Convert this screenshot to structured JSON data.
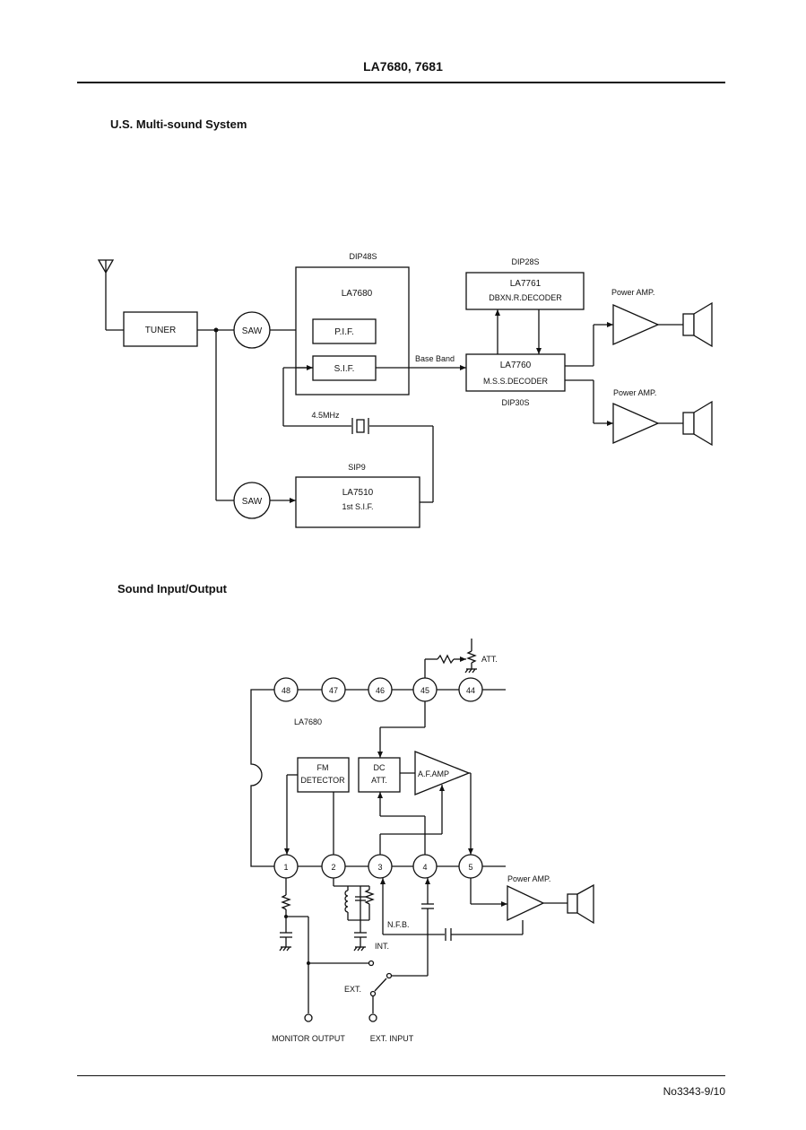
{
  "header": {
    "title": "LA7680, 7681"
  },
  "sections": {
    "multi_sound": "U.S. Multi-sound System",
    "sound_io": "Sound Input/Output"
  },
  "diagram1": {
    "dip48s": "DIP48S",
    "la7680": "LA7680",
    "tuner": "TUNER",
    "saw": "SAW",
    "pif": "P.I.F.",
    "sif": "S.I.F.",
    "dip28s": "DIP28S",
    "la7761": "LA7761",
    "dbxnr": "DBXN.R.DECODER",
    "power_amp": "Power AMP.",
    "base_band": "Base Band",
    "la7760": "LA7760",
    "mss": "M.S.S.DECODER",
    "dip30s": "DIP30S",
    "mhz": "4.5MHz",
    "sip9": "SIP9",
    "la7510": "LA7510",
    "first_sif": "1st S.I.F."
  },
  "diagram2": {
    "att": "ATT.",
    "la7680": "LA7680",
    "pins_top": [
      "48",
      "47",
      "46",
      "45",
      "44"
    ],
    "pins_bottom": [
      "1",
      "2",
      "3",
      "4",
      "5"
    ],
    "fm1": "FM",
    "fm2": "DETECTOR",
    "dc1": "DC",
    "dc2": "ATT.",
    "afamp": "A.F.AMP",
    "power_amp": "Power AMP.",
    "nfb": "N.F.B.",
    "int": "INT.",
    "ext": "EXT.",
    "monitor": "MONITOR OUTPUT",
    "ext_input": "EXT. INPUT"
  },
  "footer": {
    "page": "No3343-9/10"
  }
}
